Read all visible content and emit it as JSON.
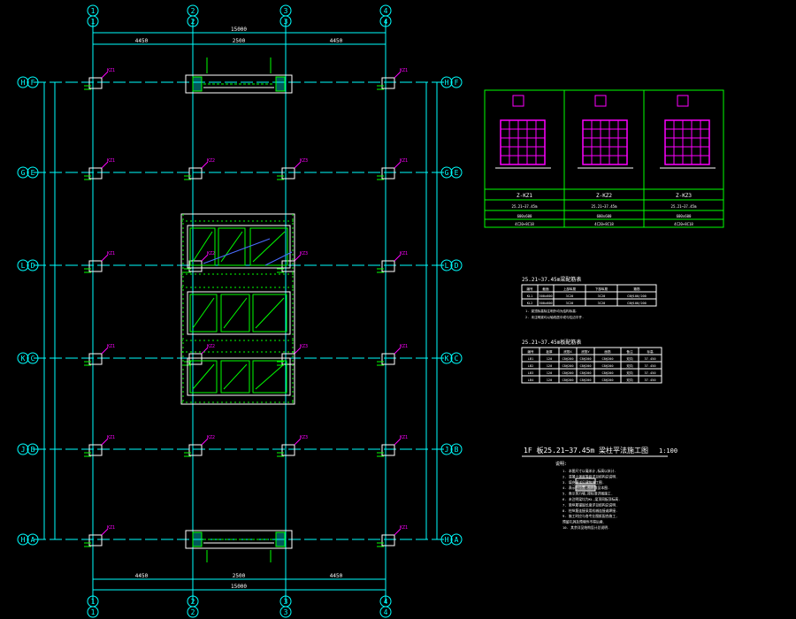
{
  "drawing": {
    "title": "1F 板25.21~37.45m 梁柱平法施工图",
    "scale": "1:100",
    "colors": {
      "background": "#000000",
      "grid_line": "#00ffff",
      "axis_bubble": "#00ffff",
      "column_outline": "#ffffff",
      "rebar": "#00ff00",
      "label": "#ff00ff",
      "dimension": "#00ffff",
      "text": "#ffffff",
      "frame": "#00ff00"
    },
    "grid_columns": [
      "1",
      "2",
      "3",
      "4"
    ],
    "grid_rows": [
      "F",
      "E",
      "D",
      "C",
      "B",
      "A"
    ],
    "grid_rows_left": [
      "H",
      "G",
      "L",
      "K",
      "J",
      "H"
    ],
    "column_tags": [
      "KZ1",
      "KZ2",
      "KZ3"
    ],
    "top_dimension": "15000",
    "bottom_dimension": "15000",
    "top_sub_dimensions": [
      "4450",
      "2500",
      "4450"
    ],
    "bottom_sub_dimensions": [
      "4450",
      "2500",
      "4450"
    ]
  },
  "section_table": {
    "headers": [
      "Z-KZ1",
      "Z-KZ2",
      "Z-KZ3"
    ],
    "row1": [
      "25.21~37.45m",
      "25.21~37.45m",
      "25.21~37.45m"
    ],
    "row2": [
      "600x600",
      "600x600",
      "600x600"
    ],
    "row3": [
      "4C20+8C18",
      "4C20+8C18",
      "4C20+8C18"
    ]
  },
  "table_a": {
    "title": "25.21~37.45m梁配筋表",
    "headers": [
      "编号",
      "截面",
      "上部纵筋",
      "下部纵筋",
      "箍筋"
    ],
    "rows": [
      [
        "KL1",
        "300x600",
        "3C20",
        "3C20",
        "C8@100/200"
      ],
      [
        "KL2",
        "300x600",
        "3C20",
        "3C20",
        "C8@100/200"
      ]
    ],
    "notes": [
      "1. 梁顶标高除注明外均为结构标高.",
      "2. 未注明梁均以轴线居中或与柱边平齐."
    ]
  },
  "table_b": {
    "title": "25.21~37.45m板配筋表",
    "headers": [
      "编号",
      "板厚",
      "底筋X",
      "底筋Y",
      "面筋",
      "备注",
      "标高"
    ],
    "rows": [
      [
        "LB1",
        "120",
        "C8@200",
        "C8@200",
        "C8@200",
        "双向",
        "37.450"
      ],
      [
        "LB2",
        "120",
        "C8@200",
        "C8@200",
        "C8@200",
        "双向",
        "37.450"
      ],
      [
        "LB3",
        "120",
        "C8@200",
        "C8@200",
        "C8@200",
        "双向",
        "37.450"
      ],
      [
        "LB4",
        "120",
        "C8@200",
        "C8@200",
        "C8@200",
        "双向",
        "37.450"
      ]
    ]
  },
  "notes": {
    "heading": "说明:",
    "lines": [
      "1. 本图尺寸以毫米计,标高以米计.",
      "2. 混凝土强度等级详见结构总说明.",
      "3. 填充墙详见建筑施工图.",
      "4. 表示柱位置,图例详见本图.",
      "5. 表示剪力墙,按标准详图施工.",
      "6. 未注明梁均为KL,梁顶同板顶标高.",
      "7. 梁纵筋锚固长度详见结构总说明.",
      "8. 柱纵筋连接采用机械连接或焊接.",
      "9. 施工时应与各专业图纸配合施工,",
      "   预留孔洞及预埋件不得后凿.",
      "10. 其余详见结构设计总说明."
    ]
  }
}
